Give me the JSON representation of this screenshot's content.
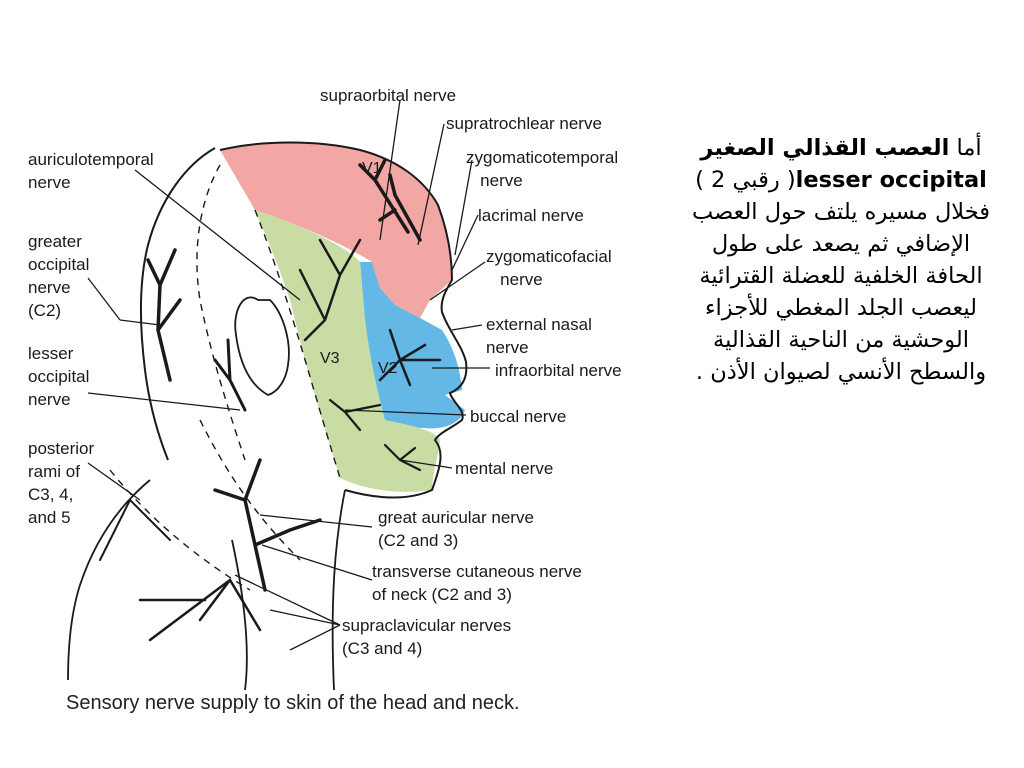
{
  "figure": {
    "caption": "Sensory nerve supply to skin of the head and neck.",
    "regions": {
      "v1": "V1",
      "v2": "V2",
      "v3": "V3"
    },
    "colors": {
      "v1": "#f2a7a4",
      "v2": "#63b8e6",
      "v3": "#c9dca3",
      "line": "#1a1a1a"
    },
    "labels": {
      "supraorbital": "supraorbital nerve",
      "supratrochlear": "supratrochlear nerve",
      "zygomaticotemporal": "zygomaticotemporal\n   nerve",
      "lacrimal": "lacrimal nerve",
      "zygomaticofacial": "zygomaticofacial\n   nerve",
      "external_nasal": "external nasal\nnerve",
      "infraorbital": "infraorbital nerve",
      "buccal": "buccal nerve",
      "mental": "mental nerve",
      "great_auricular": "great auricular nerve\n(C2 and 3)",
      "transverse_cutaneous": "transverse cutaneous nerve\nof neck (C2 and 3)",
      "supraclavicular": "supraclavicular nerves\n(C3 and 4)",
      "auriculotemporal": "auriculotemporal\nnerve",
      "greater_occipital": "greater\noccipital\nnerve\n(C2)",
      "lesser_occipital": "lesser\noccipital\nnerve",
      "posterior_rami": "posterior\nrami of\nC3, 4,\nand 5"
    }
  },
  "text_block": {
    "part1": "أما ",
    "bold1": "العصب القذالي الصغير  lesser occipital",
    "part2": "( رقبي 2 ) فخلال مسيره يلتف حول العصب الإضافي ثم يصعد على طول الحافة الخلفية للعضلة القترائية ليعصب الجلد المغطي للأجزاء الوحشية من الناحية القذالية والسطح الأنسي لصيوان الأذن ."
  }
}
